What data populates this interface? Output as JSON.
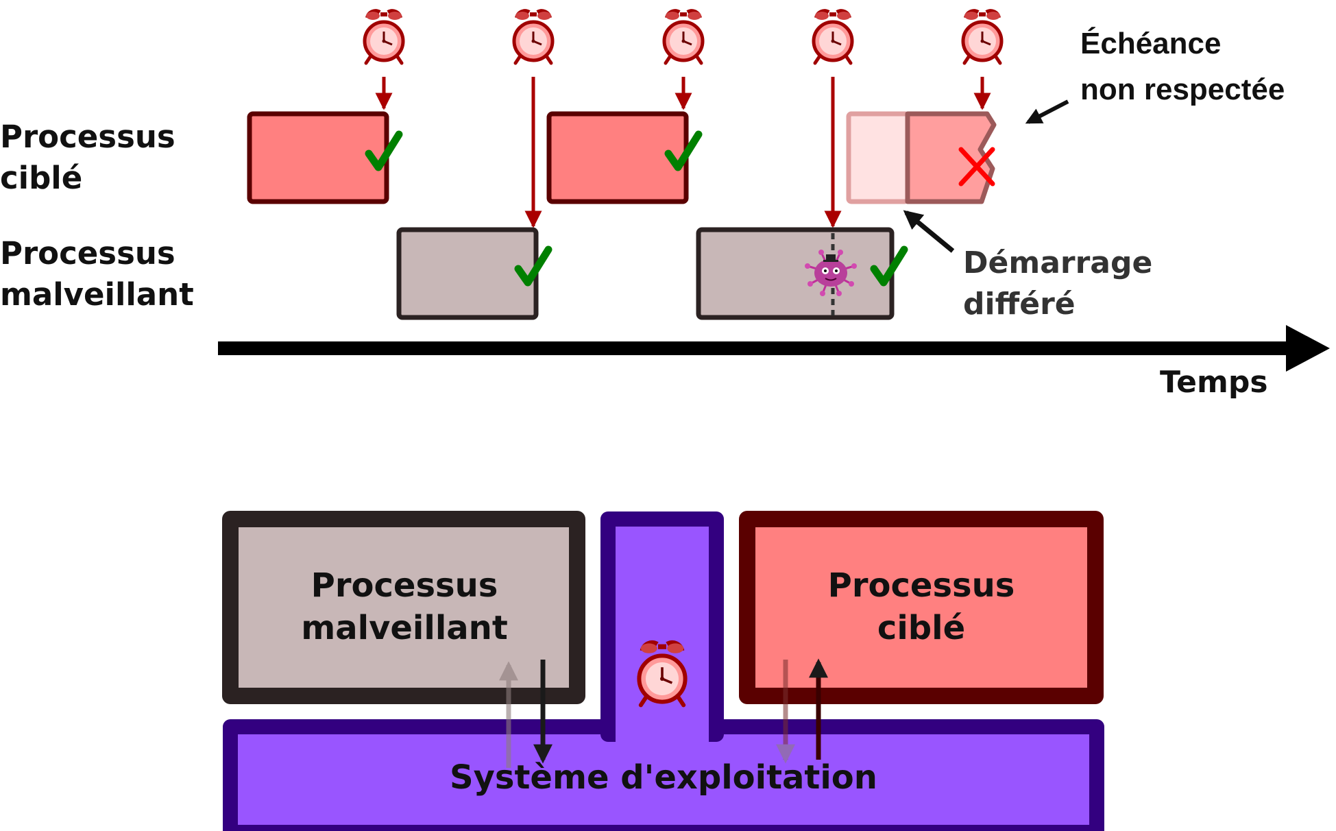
{
  "timeline": {
    "row_labels": {
      "target": [
        "Processus",
        "ciblé"
      ],
      "malicious": [
        "Processus",
        "malveillant"
      ]
    },
    "axis_label": "Temps",
    "deadline_note": [
      "Échéance",
      "non respectée"
    ],
    "delayed_note": [
      "Démarrage",
      "différé"
    ],
    "icons": {
      "alarm": "alarm-clock-icon",
      "check": "checkmark-icon",
      "cross": "red-x-icon",
      "virus": "virus-icon"
    }
  },
  "architecture": {
    "malicious_box": [
      "Processus",
      "malveillant"
    ],
    "target_box": [
      "Processus",
      "ciblé"
    ],
    "os_label": "Système d'exploitation"
  },
  "colors": {
    "target_fill": "#ff8080",
    "target_border": "#5a0000",
    "target_light": "#ffe2e2",
    "malicious_fill": "#c8b7b7",
    "malicious_border": "#2b2222",
    "os_fill": "#9955ff",
    "os_border": "#330080",
    "alarm_arrow": "#aa0000",
    "check_green": "#008000",
    "cross_red": "#ff0000"
  }
}
